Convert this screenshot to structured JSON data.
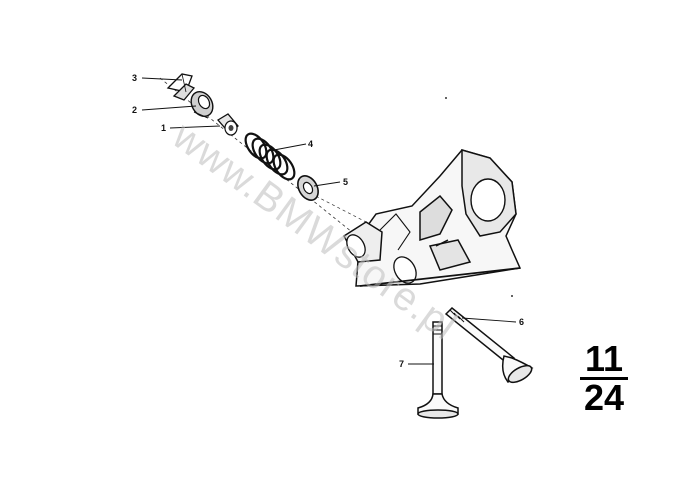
{
  "callouts": [
    {
      "id": "1",
      "label": "1"
    },
    {
      "id": "2",
      "label": "2"
    },
    {
      "id": "3",
      "label": "3"
    },
    {
      "id": "4",
      "label": "4"
    },
    {
      "id": "5",
      "label": "5"
    },
    {
      "id": "6",
      "label": "6"
    },
    {
      "id": "7",
      "label": "7"
    }
  ],
  "group": {
    "main": "11",
    "sub": "24"
  },
  "watermark": "www.BMWstore.pl"
}
